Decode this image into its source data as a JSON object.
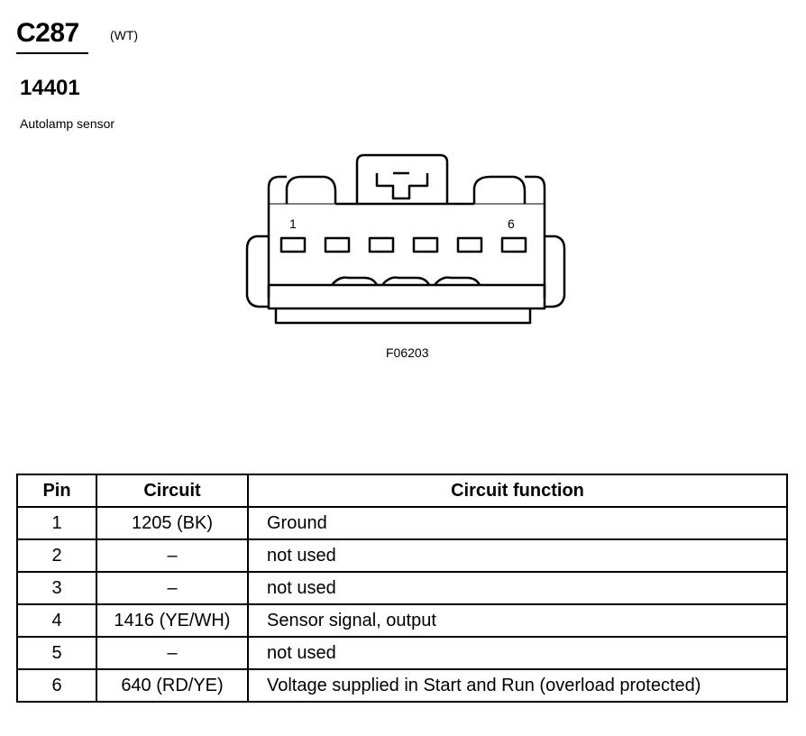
{
  "header": {
    "connector_id": "C287",
    "color_code": "(WT)",
    "part_number": "14401",
    "description": "Autolamp sensor"
  },
  "diagram": {
    "pin_first_label": "1",
    "pin_last_label": "6",
    "figure_code": "F06203"
  },
  "table": {
    "headers": [
      "Pin",
      "Circuit",
      "Circuit function"
    ],
    "rows": [
      {
        "pin": "1",
        "circuit": "1205 (BK)",
        "function": "Ground"
      },
      {
        "pin": "2",
        "circuit": "–",
        "function": "not used"
      },
      {
        "pin": "3",
        "circuit": "–",
        "function": "not used"
      },
      {
        "pin": "4",
        "circuit": "1416 (YE/WH)",
        "function": "Sensor signal, output"
      },
      {
        "pin": "5",
        "circuit": "–",
        "function": "not used"
      },
      {
        "pin": "6",
        "circuit": "640 (RD/YE)",
        "function": "Voltage supplied in Start and Run (overload protected)"
      }
    ]
  }
}
